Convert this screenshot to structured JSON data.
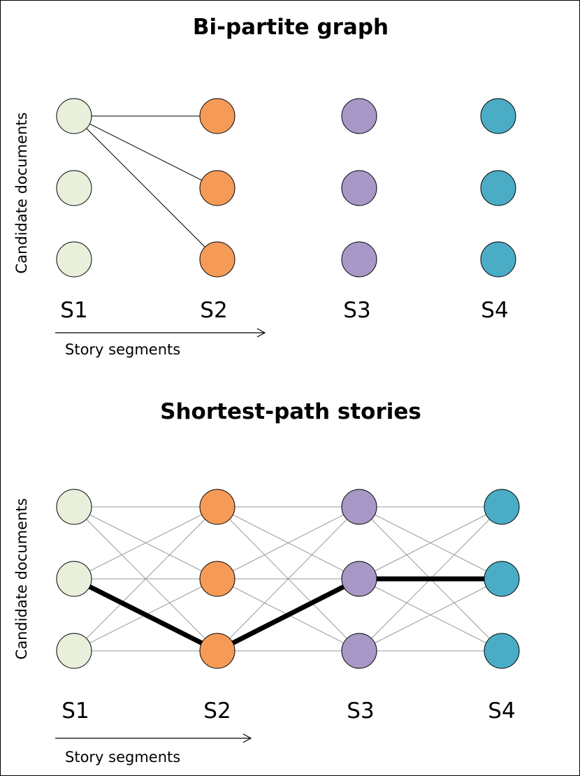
{
  "top_panel": {
    "title": "Bi-partite graph",
    "y_label": "Candidate documents",
    "x_label": "Story segments",
    "segments": [
      "S1",
      "S2",
      "S3",
      "S4"
    ]
  },
  "bottom_panel": {
    "title": "Shortest-path stories",
    "y_label": "Candidate documents",
    "x_label": "Story segments",
    "segments": [
      "S1",
      "S2",
      "S3",
      "S4"
    ]
  },
  "colors": {
    "S1": "#e8f0dc",
    "S2": "#f59b57",
    "S3": "#a898c8",
    "S4": "#4bacc6",
    "edge_thin": "#999999",
    "edge_path": "#000000"
  }
}
